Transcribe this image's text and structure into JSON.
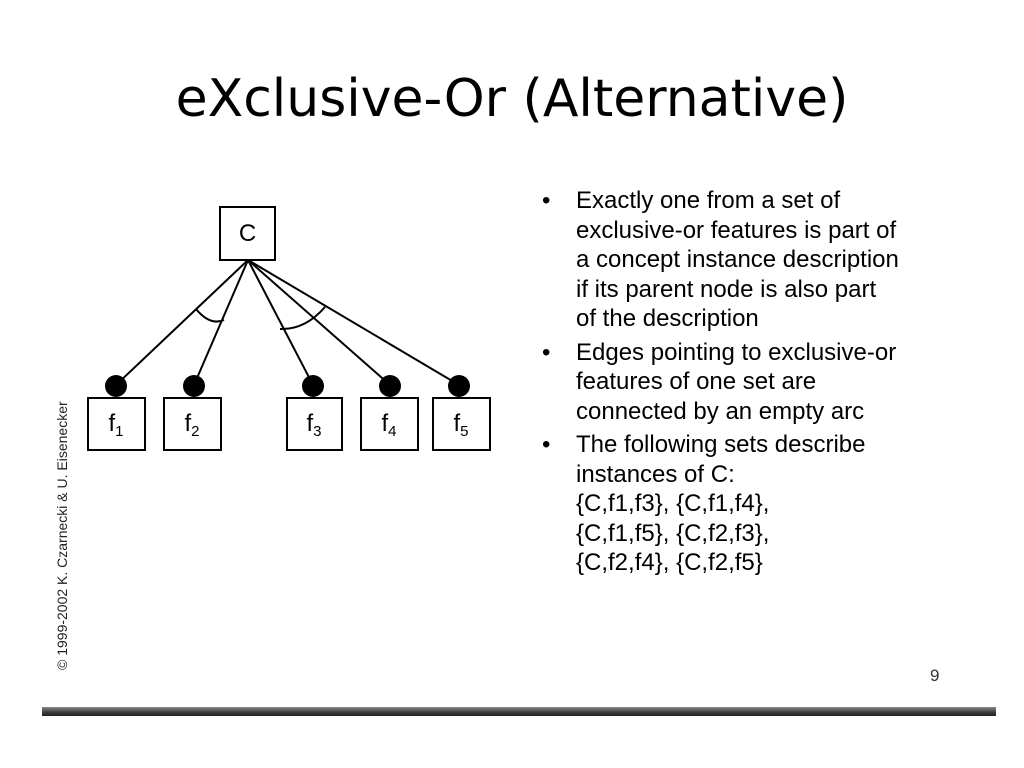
{
  "slide": {
    "title": "eXclusive-Or (Alternative)",
    "copyright": "© 1999-2002 K. Czarnecki & U. Eisenecker",
    "page_number": "9"
  },
  "diagram": {
    "parent": "C",
    "features": [
      {
        "letter": "f",
        "index": "1"
      },
      {
        "letter": "f",
        "index": "2"
      },
      {
        "letter": "f",
        "index": "3"
      },
      {
        "letter": "f",
        "index": "4"
      },
      {
        "letter": "f",
        "index": "5"
      }
    ]
  },
  "bullets": [
    {
      "lines": [
        "Exactly one from a set of",
        "exclusive-or features is part of",
        "a concept instance description",
        "if its parent node is also part",
        "of the description"
      ]
    },
    {
      "lines": [
        "Edges pointing to exclusive-or",
        "features of one set are",
        "connected by an empty arc"
      ]
    },
    {
      "lines": [
        "The following sets describe",
        "instances of C:",
        "{C,f1,f3}, {C,f1,f4},",
        "{C,f1,f5}, {C,f2,f3},",
        "{C,f2,f4}, {C,f2,f5}"
      ]
    }
  ]
}
